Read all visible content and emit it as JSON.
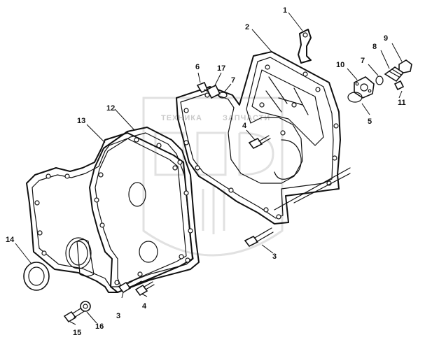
{
  "watermark": {
    "brand_left": "ТЕХНИКА",
    "brand_right": "ЗАПЧАСТИ"
  },
  "callouts": [
    {
      "id": "c1",
      "text": "1"
    },
    {
      "id": "c2",
      "text": "2"
    },
    {
      "id": "c3a",
      "text": "3"
    },
    {
      "id": "c3b",
      "text": "3"
    },
    {
      "id": "c4a",
      "text": "4"
    },
    {
      "id": "c4b",
      "text": "4"
    },
    {
      "id": "c5",
      "text": "5"
    },
    {
      "id": "c6",
      "text": "6"
    },
    {
      "id": "c7a",
      "text": "7"
    },
    {
      "id": "c7b",
      "text": "7"
    },
    {
      "id": "c8",
      "text": "8"
    },
    {
      "id": "c9",
      "text": "9"
    },
    {
      "id": "c10",
      "text": "10"
    },
    {
      "id": "c11",
      "text": "11"
    },
    {
      "id": "c12",
      "text": "12"
    },
    {
      "id": "c13",
      "text": "13"
    },
    {
      "id": "c14",
      "text": "14"
    },
    {
      "id": "c15",
      "text": "15"
    },
    {
      "id": "c16",
      "text": "16"
    },
    {
      "id": "c17",
      "text": "17"
    }
  ]
}
